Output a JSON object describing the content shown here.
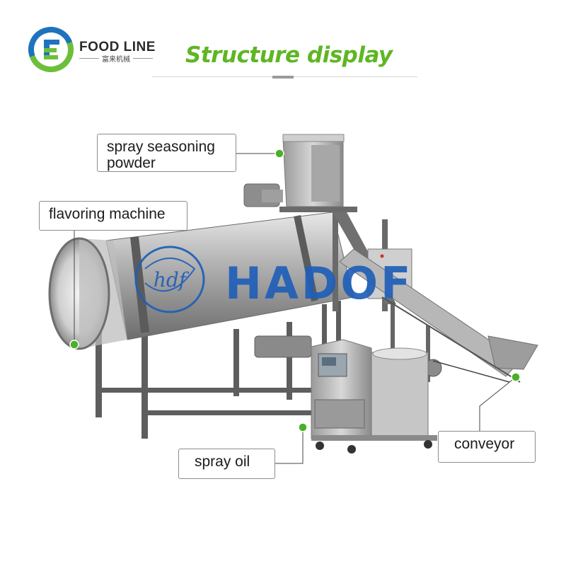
{
  "brand": {
    "name": "FOOD LINE",
    "subtitle": "富来机械",
    "logo_colors": [
      "#1e73be",
      "#6cbf3a"
    ]
  },
  "header": {
    "title": "Structure display",
    "title_color": "#5fb623"
  },
  "watermark": {
    "mark": "hdf",
    "text": "HADOF",
    "color": "#1f5fb8"
  },
  "labels": {
    "spray_seasoning_powder": "spray seasoning powder",
    "flavoring_machine": "flavoring machine",
    "spray_oil": "spray oil",
    "conveyor": "conveyor"
  },
  "marker_color": "#4caf28"
}
